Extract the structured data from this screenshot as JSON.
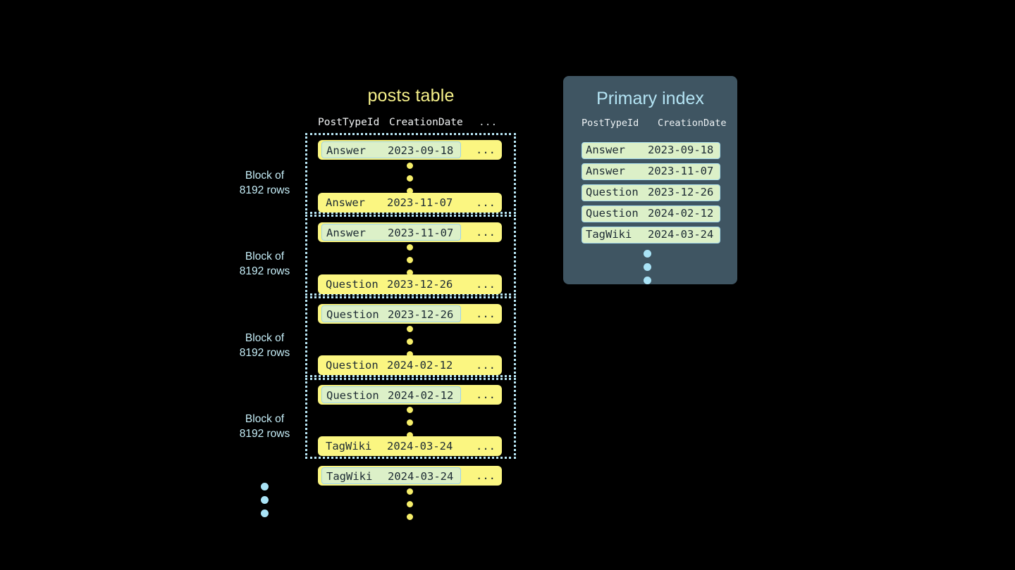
{
  "posts_table": {
    "title": "posts table",
    "columns": [
      "PostTypeId",
      "CreationDate",
      "..."
    ],
    "ellipsis_cell": "...",
    "blocks": [
      {
        "label_line1": "Block of",
        "label_line2": "8192 rows",
        "first_row": {
          "type": "Answer",
          "date": "2023-09-18",
          "more": "...",
          "highlighted": true
        },
        "last_row": {
          "type": "Answer",
          "date": "2023-11-07",
          "more": "...",
          "highlighted": false
        }
      },
      {
        "label_line1": "Block of",
        "label_line2": "8192 rows",
        "first_row": {
          "type": "Answer",
          "date": "2023-11-07",
          "more": "...",
          "highlighted": true
        },
        "last_row": {
          "type": "Question",
          "date": "2023-12-26",
          "more": "...",
          "highlighted": false
        }
      },
      {
        "label_line1": "Block of",
        "label_line2": "8192 rows",
        "first_row": {
          "type": "Question",
          "date": "2023-12-26",
          "more": "...",
          "highlighted": true
        },
        "last_row": {
          "type": "Question",
          "date": "2024-02-12",
          "more": "...",
          "highlighted": false
        }
      },
      {
        "label_line1": "Block of",
        "label_line2": "8192 rows",
        "first_row": {
          "type": "Question",
          "date": "2024-02-12",
          "more": "...",
          "highlighted": true
        },
        "last_row": {
          "type": "TagWiki",
          "date": "2024-03-24",
          "more": "...",
          "highlighted": false
        }
      }
    ],
    "trailing_row": {
      "type": "TagWiki",
      "date": "2024-03-24",
      "more": "...",
      "highlighted": true
    }
  },
  "primary_index": {
    "title": "Primary index",
    "columns": [
      "PostTypeId",
      "CreationDate"
    ],
    "rows": [
      {
        "type": "Answer",
        "date": "2023-09-18"
      },
      {
        "type": "Answer",
        "date": "2023-11-07"
      },
      {
        "type": "Question",
        "date": "2023-12-26"
      },
      {
        "type": "Question",
        "date": "2024-02-12"
      },
      {
        "type": "TagWiki",
        "date": "2024-03-24"
      }
    ]
  },
  "colors": {
    "background": "#000000",
    "row_yellow": "#fbf681",
    "highlight_green": "#dcf0c8",
    "highlight_border": "#9fd4e8",
    "block_border": "#b8e6f5",
    "label_blue": "#c6eef8",
    "title_yellow": "#f6f18a",
    "panel_bg": "#3f5562",
    "panel_title": "#b4e4f4",
    "dot_yellow": "#f6ee6a",
    "dot_blue": "#a9e3f6"
  }
}
